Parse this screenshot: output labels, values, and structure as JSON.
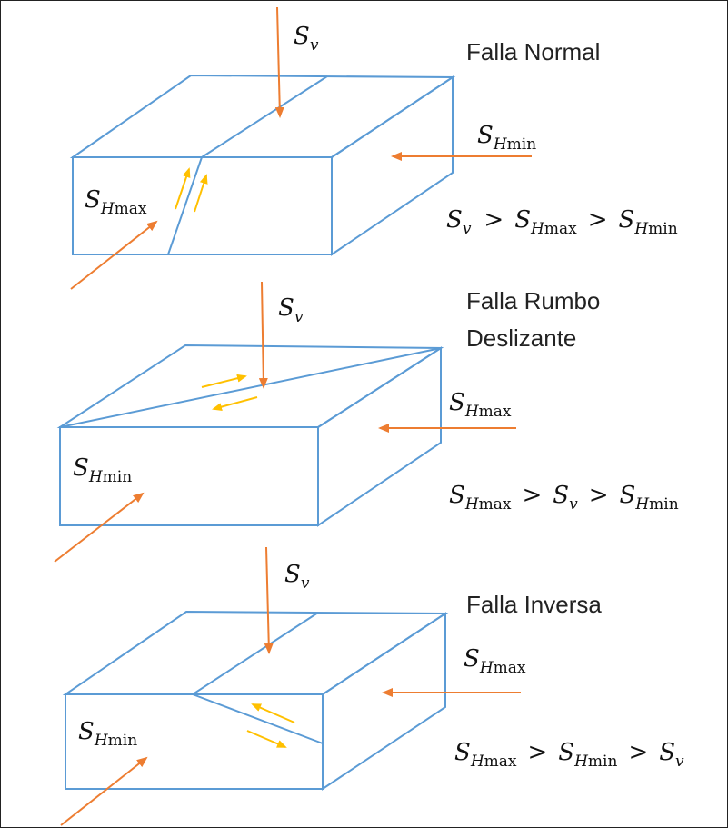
{
  "colors": {
    "block": "#5b9bd5",
    "stress_arrow": "#ed7d31",
    "slip_arrow": "#ffc000"
  },
  "symbols": {
    "S": "S",
    "v": "v",
    "H": "H",
    "max": "max",
    "min": "min",
    "gt": ">"
  },
  "panels": [
    {
      "title": "Falla Normal",
      "relation": [
        "Sv",
        "SHmax",
        "SHmin"
      ]
    },
    {
      "title_lines": [
        "Falla Rumbo",
        "Deslizante"
      ],
      "relation": [
        "SHmax",
        "Sv",
        "SHmin"
      ]
    },
    {
      "title": "Falla Inversa",
      "relation": [
        "SHmax",
        "SHmin",
        "Sv"
      ]
    }
  ]
}
